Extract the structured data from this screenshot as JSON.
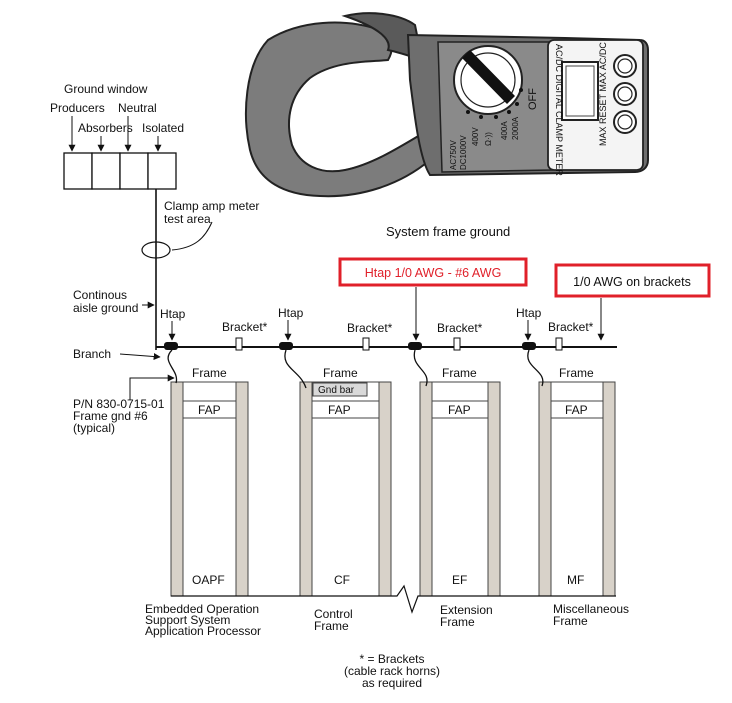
{
  "title": "System frame ground",
  "ground_window": {
    "title": "Ground window",
    "labels": [
      "Producers",
      "Absorbers",
      "Neutral",
      "Isolated"
    ]
  },
  "clamp_area": "Clamp amp meter\ntest area",
  "aisle_ground": "Continous\naisle ground",
  "branch": "Branch",
  "part_number": "P/N 830-0715-01\nFrame gnd #6\n(typical)",
  "htap": "Htap",
  "bracket": "Bracket*",
  "callouts": {
    "htap_awg": "Htap 1/0 AWG - #6 AWG",
    "brackets_awg": "1/0 AWG on brackets",
    "color": "#e0202a"
  },
  "frames": [
    {
      "top": "Frame",
      "inner": "FAP",
      "bottom": "OAPF",
      "caption": "Embedded  Operation\nSupport  System\nApplication Processor"
    },
    {
      "top": "Frame",
      "gnd_bar": "Gnd bar",
      "inner": "FAP",
      "bottom": "CF",
      "caption": "Control\nFrame"
    },
    {
      "top": "Frame",
      "inner": "FAP",
      "bottom": "EF",
      "caption": "Extension\nFrame"
    },
    {
      "top": "Frame",
      "inner": "FAP",
      "bottom": "MF",
      "caption": "Miscellaneous\nFrame"
    }
  ],
  "footnote": "* = Brackets\n(cable rack horns)\nas required",
  "meter": {
    "side_label": "AC/DC DIGITAL CLAMP METER",
    "buttons_label": "MAX RESET  MAX  AC/DC",
    "dial": [
      "AC750V",
      "DC1000V",
      "400V",
      "Ω·))",
      "400A",
      "2000A"
    ],
    "off": "OFF"
  }
}
